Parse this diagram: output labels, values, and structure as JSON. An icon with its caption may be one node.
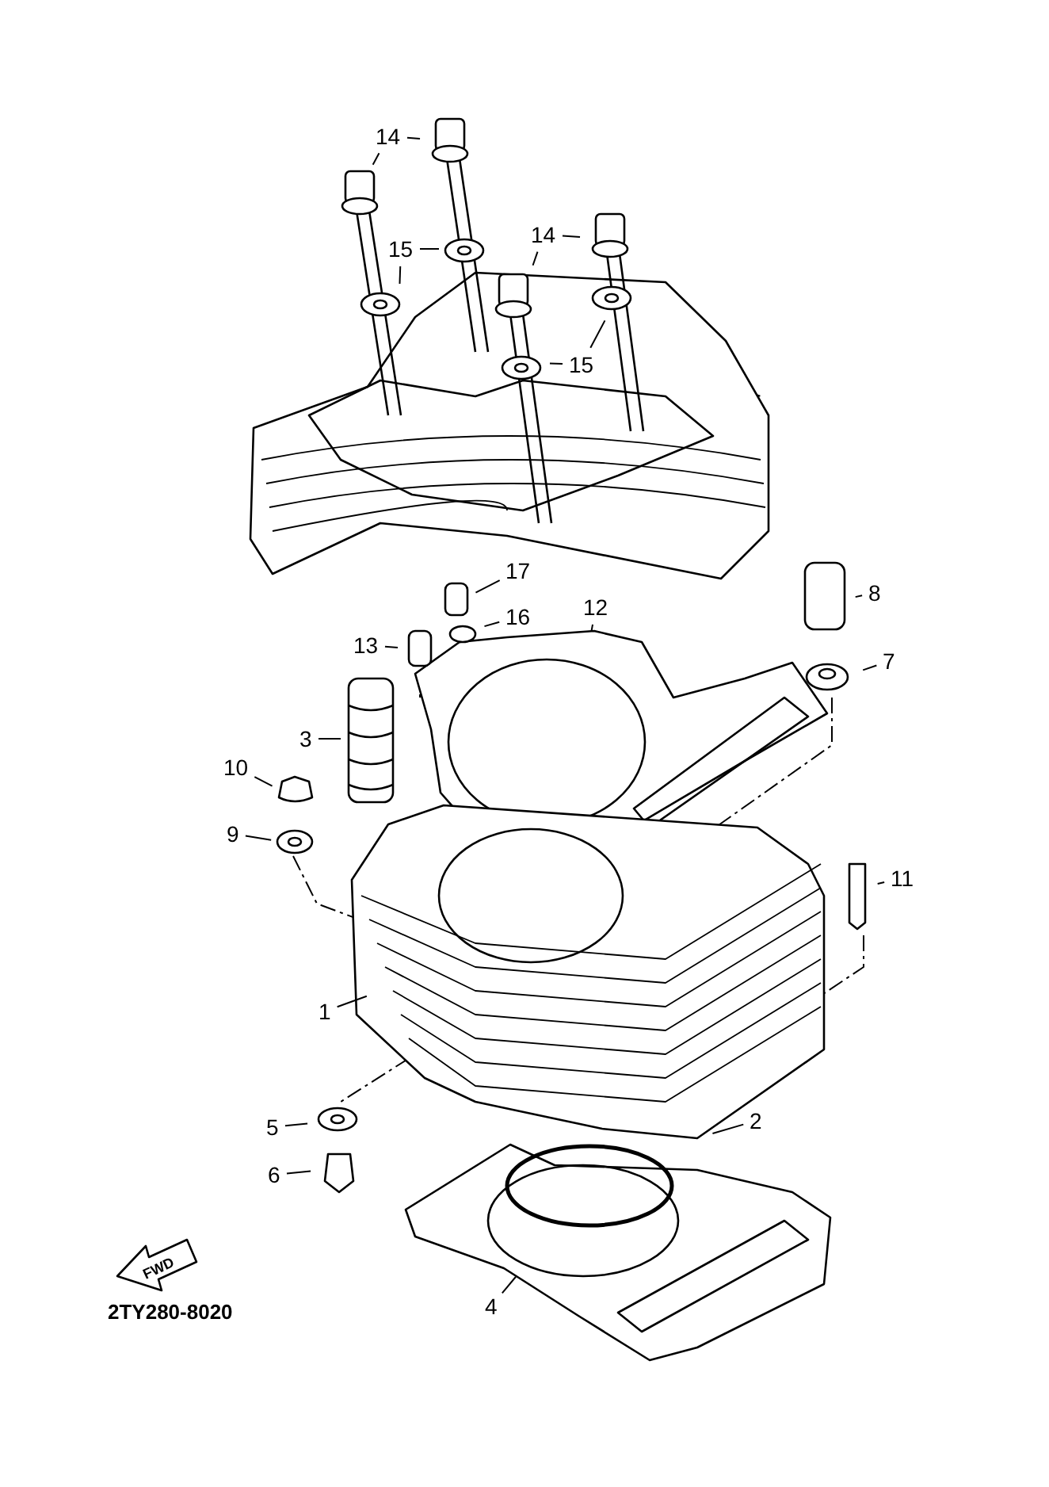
{
  "diagram": {
    "nodes": [
      {
        "text": [
          "14"
        ]
      },
      {
        "text": [
          "15"
        ]
      },
      {
        "text": [
          "14"
        ]
      },
      {
        "text": [
          "15"
        ]
      },
      {
        "text": [
          "17"
        ]
      },
      {
        "text": [
          "8"
        ]
      },
      {
        "text": [
          "12"
        ]
      },
      {
        "text": [
          "16"
        ]
      },
      {
        "text": [
          "13"
        ]
      },
      {
        "text": [
          "7"
        ]
      },
      {
        "text": [
          "3"
        ]
      },
      {
        "text": [
          "10"
        ]
      },
      {
        "text": [
          "9"
        ]
      },
      {
        "text": [
          "11"
        ]
      },
      {
        "text": [
          "1"
        ]
      },
      {
        "text": [
          "2"
        ]
      },
      {
        "text": [
          "5"
        ]
      },
      {
        "text": [
          "6"
        ]
      },
      {
        "text": [
          "4"
        ]
      }
    ],
    "edges": [
      {
        "from": 0,
        "to": null,
        "arrow": "none"
      },
      {
        "from": 0,
        "to": null,
        "arrow": "none"
      },
      {
        "from": 1,
        "to": null,
        "arrow": "none"
      },
      {
        "from": 1,
        "to": null,
        "arrow": "none"
      },
      {
        "from": 2,
        "to": null,
        "arrow": "none"
      },
      {
        "from": 2,
        "to": null,
        "arrow": "none"
      },
      {
        "from": 3,
        "to": null,
        "arrow": "none"
      },
      {
        "from": 3,
        "to": null,
        "arrow": "none"
      },
      {
        "from": 4,
        "to": null,
        "arrow": "none"
      },
      {
        "from": 5,
        "to": null,
        "arrow": "none"
      },
      {
        "from": 6,
        "to": null,
        "arrow": "none"
      },
      {
        "from": 7,
        "to": null,
        "arrow": "none"
      },
      {
        "from": 8,
        "to": null,
        "arrow": "none"
      },
      {
        "from": 9,
        "to": null,
        "arrow": "none"
      },
      {
        "from": 10,
        "to": null,
        "arrow": "none"
      },
      {
        "from": 11,
        "to": null,
        "arrow": "none"
      },
      {
        "from": 12,
        "to": null,
        "arrow": "none"
      },
      {
        "from": 13,
        "to": null,
        "arrow": "none"
      },
      {
        "from": 14,
        "to": null,
        "arrow": "none"
      },
      {
        "from": 15,
        "to": null,
        "arrow": "none"
      },
      {
        "from": 16,
        "to": null,
        "arrow": "none"
      },
      {
        "from": 17,
        "to": null,
        "arrow": "none"
      },
      {
        "from": 18,
        "to": null,
        "arrow": "none"
      }
    ],
    "labels": [
      "FWD",
      "2TY280-8020"
    ]
  }
}
